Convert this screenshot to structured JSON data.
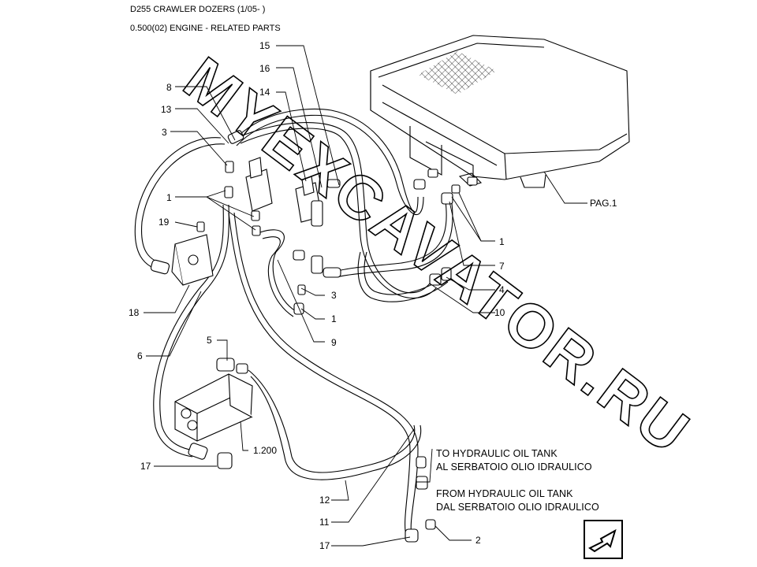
{
  "header": {
    "model": "D255 CRAWLER DOZERS (1/05- )",
    "section": "0.500(02) ENGINE - RELATED PARTS"
  },
  "watermark": "MYEXCAVATOR.RU",
  "notes": {
    "to_tank_en": "TO HYDRAULIC OIL TANK",
    "to_tank_it": "AL SERBATOIO OLIO IDRAULICO",
    "from_tank_en": "FROM HYDRAULIC OIL TANK",
    "from_tank_it": "DAL SERBATOIO OLIO IDRAULICO"
  },
  "callouts": {
    "c15": "15",
    "c16": "16",
    "c14": "14",
    "c8": "8",
    "c13": "13",
    "c3a": "3",
    "c1a": "1",
    "c19": "19",
    "c18": "18",
    "c6": "6",
    "c5": "5",
    "c17a": "17",
    "c1200": "1.200",
    "c3b": "3",
    "c1b": "1",
    "c9": "9",
    "c12": "12",
    "c11": "11",
    "c17b": "17",
    "c2": "2",
    "cpag": "PAG.1",
    "c1c": "1",
    "c7": "7",
    "c4": "4",
    "c10": "10"
  },
  "nav": {
    "icon": "arrow-next-page-icon"
  }
}
